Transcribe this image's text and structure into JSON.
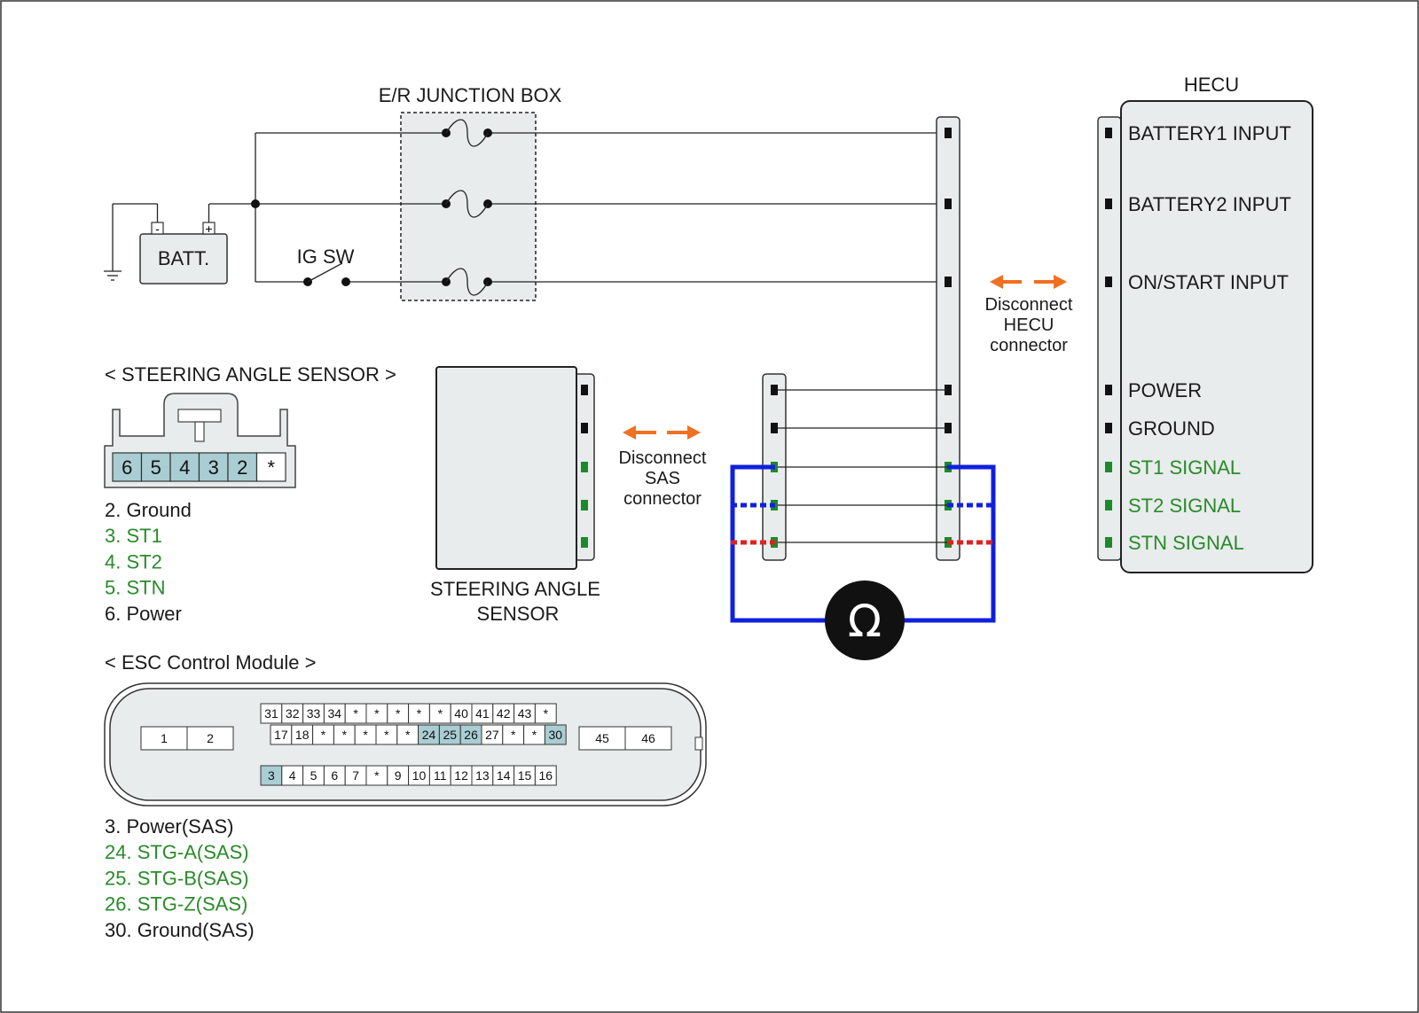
{
  "junction_box_label": "E/R JUNCTION BOX",
  "battery_label": "BATT.",
  "battery_neg": "-",
  "battery_pos": "+",
  "ig_switch_label": "IG SW",
  "hecu": {
    "title": "HECU",
    "pins": [
      {
        "label": "BATTERY1 INPUT",
        "color": "black"
      },
      {
        "label": "BATTERY2 INPUT",
        "color": "black"
      },
      {
        "label": "ON/START INPUT",
        "color": "black"
      },
      {
        "label": "POWER",
        "color": "black"
      },
      {
        "label": "GROUND",
        "color": "black"
      },
      {
        "label": "ST1 SIGNAL",
        "color": "green"
      },
      {
        "label": "ST2 SIGNAL",
        "color": "green"
      },
      {
        "label": "STN SIGNAL",
        "color": "green"
      }
    ]
  },
  "disconnect_hecu": [
    "Disconnect",
    "HECU",
    "connector"
  ],
  "disconnect_sas": [
    "Disconnect",
    "SAS",
    "connector"
  ],
  "sas_block_label": [
    "STEERING ANGLE",
    "SENSOR"
  ],
  "ohm_symbol": "Ω",
  "sas_connector": {
    "title": "< STEERING ANGLE SENSOR >",
    "pins": [
      "6",
      "5",
      "4",
      "3",
      "2",
      "*"
    ],
    "legend": [
      {
        "text": "2. Ground",
        "color": "black"
      },
      {
        "text": "3. ST1",
        "color": "green"
      },
      {
        "text": "4. ST2",
        "color": "green"
      },
      {
        "text": "5. STN",
        "color": "green"
      },
      {
        "text": "6. Power",
        "color": "black"
      }
    ]
  },
  "esc_module": {
    "title": "< ESC Control Module >",
    "left_pins": [
      "1",
      "2"
    ],
    "right_pins": [
      "45",
      "46"
    ],
    "row1": [
      "31",
      "32",
      "33",
      "34",
      "*",
      "*",
      "*",
      "*",
      "*",
      "40",
      "41",
      "42",
      "43",
      "*"
    ],
    "row2": [
      "17",
      "18",
      "*",
      "*",
      "*",
      "*",
      "*",
      "24",
      "25",
      "26",
      "27",
      "*",
      "*",
      "30"
    ],
    "row3": [
      "3",
      "4",
      "5",
      "6",
      "7",
      "*",
      "9",
      "10",
      "11",
      "12",
      "13",
      "14",
      "15",
      "16"
    ],
    "highlighted": [
      "24",
      "25",
      "26",
      "30",
      "3"
    ],
    "legend": [
      {
        "text": "3. Power(SAS)",
        "color": "black"
      },
      {
        "text": "24. STG-A(SAS)",
        "color": "green"
      },
      {
        "text": "25. STG-B(SAS)",
        "color": "green"
      },
      {
        "text": "26. STG-Z(SAS)",
        "color": "green"
      },
      {
        "text": "30. Ground(SAS)",
        "color": "black"
      }
    ]
  },
  "colors": {
    "highlight": "#a9cdd3",
    "panel": "#e8ecec",
    "arrow": "#f07020",
    "meter_wire": "#1020e0",
    "probe_red": "#e02020",
    "pin_green": "#1a8a2a",
    "label_green": "#2a8a2a"
  }
}
